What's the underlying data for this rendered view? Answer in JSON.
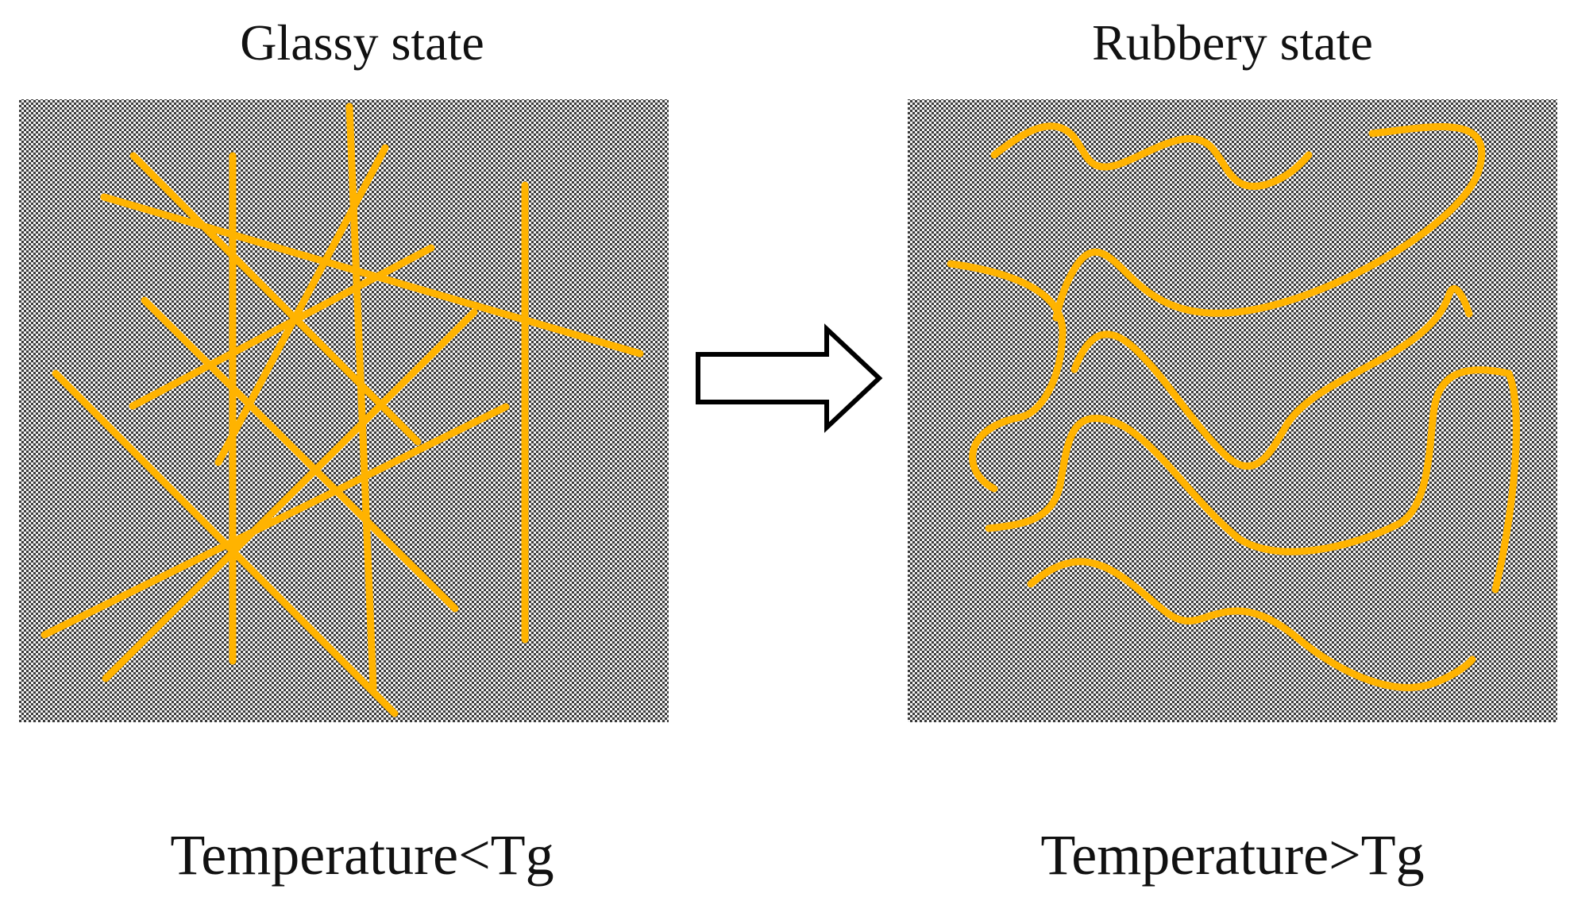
{
  "panels": {
    "left": {
      "title": "Glassy state",
      "condition": "Temperature<Tg"
    },
    "right": {
      "title": "Rubbery state",
      "condition": "Temperature>Tg"
    }
  },
  "colors": {
    "chain": "#FFB300",
    "pattern_dark": "#3a3a3a",
    "pattern_light": "#f2f2f2",
    "arrow_fill": "#ffffff",
    "arrow_stroke": "#000000"
  }
}
